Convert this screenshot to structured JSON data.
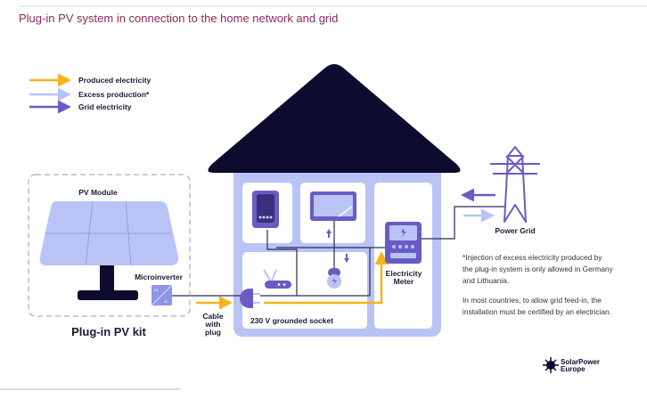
{
  "title": "Plug-in PV system in connection to the home network and grid",
  "legend": [
    {
      "label": "Produced electricity",
      "color": "#f8b21b"
    },
    {
      "label": "Excess production*",
      "color": "#b7c4f7"
    },
    {
      "label": "Grid electricity",
      "color": "#6a5bc4"
    }
  ],
  "labels": {
    "pv_module": "PV Module",
    "microinverter": "Microinverter",
    "kit": "Plug-in PV kit",
    "cable": [
      "Cable",
      "with",
      "plug"
    ],
    "socket": "230 V grounded socket",
    "meter": [
      "Electricity",
      "Meter"
    ],
    "power_grid": "Power Grid",
    "inverter_dc": "DC",
    "inverter_ac": "AC"
  },
  "notes": [
    "*Injection of excess electricity produced by the plug-in system is only allowed in Germany and Lithuania.",
    "In most countries, to allow grid feed-in, the installation must be certified by an electrician."
  ],
  "logo": [
    "SolarPower",
    "Europe"
  ],
  "colors": {
    "title": "#8b2a5a",
    "navy": "#0d0b2e",
    "house": "#b9c3f5",
    "purple": "#6a5bc4",
    "yellow": "#f8b21b",
    "rule": "#d9a9c3"
  }
}
